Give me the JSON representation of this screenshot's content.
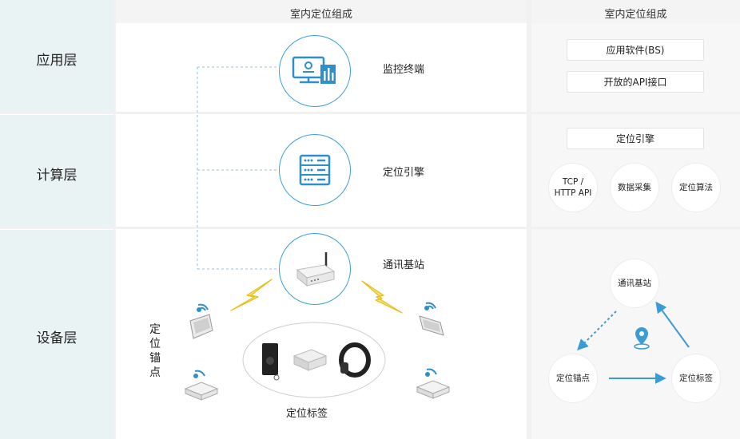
{
  "header": {
    "center_title": "室内定位组成",
    "right_title": "室内定位组成"
  },
  "layers": [
    {
      "label": "应用层"
    },
    {
      "label": "计算层"
    },
    {
      "label": "设备层"
    }
  ],
  "center_nodes": {
    "monitor": {
      "label": "监控终端",
      "icon": "monitor-icon"
    },
    "engine": {
      "label": "定位引擎",
      "icon": "server-icon"
    },
    "station": {
      "label": "通讯基站",
      "icon": "router-icon"
    }
  },
  "device_area": {
    "anchor_label": "定位锚点",
    "tags_label": "定位标签"
  },
  "right": {
    "app_items": [
      "应用软件(BS)",
      "开放的API接口"
    ],
    "compute_title": "定位引擎",
    "compute_circles": [
      "TCP /\nHTTP API",
      "数据采集",
      "定位算法"
    ],
    "device_nodes": {
      "station": "通讯基站",
      "anchor": "定位锚点",
      "tag": "定位标签"
    }
  },
  "colors": {
    "accent": "#3aa0d8",
    "layer_bg": "#e9f3f3",
    "right_bg": "#f7f7f7",
    "lightning": "#f3cf2a"
  }
}
